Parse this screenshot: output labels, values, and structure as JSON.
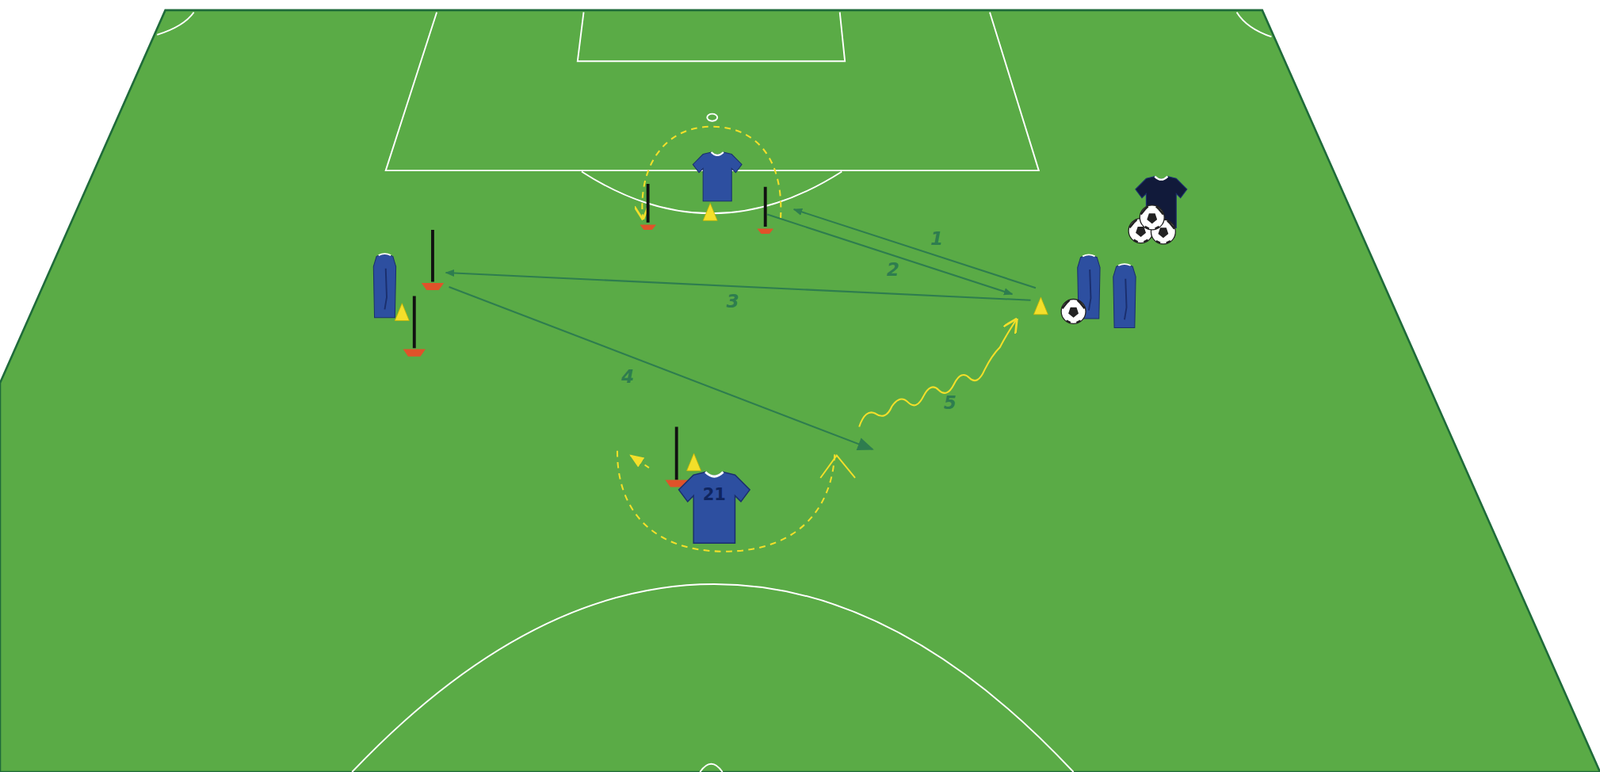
{
  "diagram": {
    "nodes": [
      {
        "text": [
          "21"
        ]
      }
    ],
    "labels": [
      "1",
      "2",
      "3",
      "4",
      "5"
    ]
  }
}
